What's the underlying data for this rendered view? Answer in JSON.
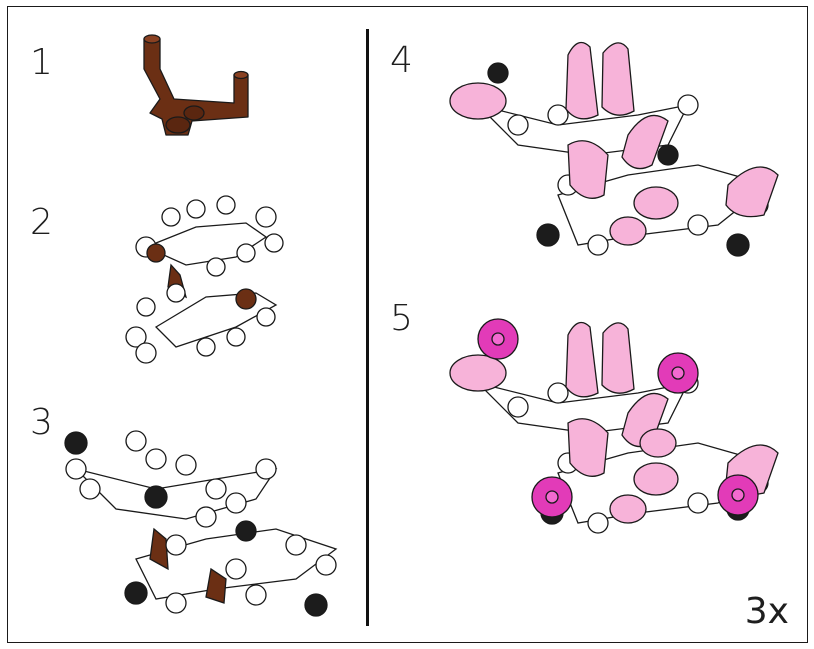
{
  "steps": [
    {
      "number": "1"
    },
    {
      "number": "2"
    },
    {
      "number": "3"
    },
    {
      "number": "4"
    },
    {
      "number": "5"
    }
  ],
  "multiplier": "3x",
  "colors": {
    "brown": "#6b2f14",
    "white_part": "#ffffff",
    "stud_dark": "#1c1c1c",
    "pink_bird": "#f7b3d9",
    "magenta_flower": "#e23bb8",
    "outline": "#1a1a1a"
  },
  "parts": {
    "step1": "brown-branch-piece",
    "step2": "white-leaf-plates",
    "step3": "white-leaf-plates",
    "step4": "pink-bird-pieces",
    "step5": "magenta-flower-pieces"
  }
}
